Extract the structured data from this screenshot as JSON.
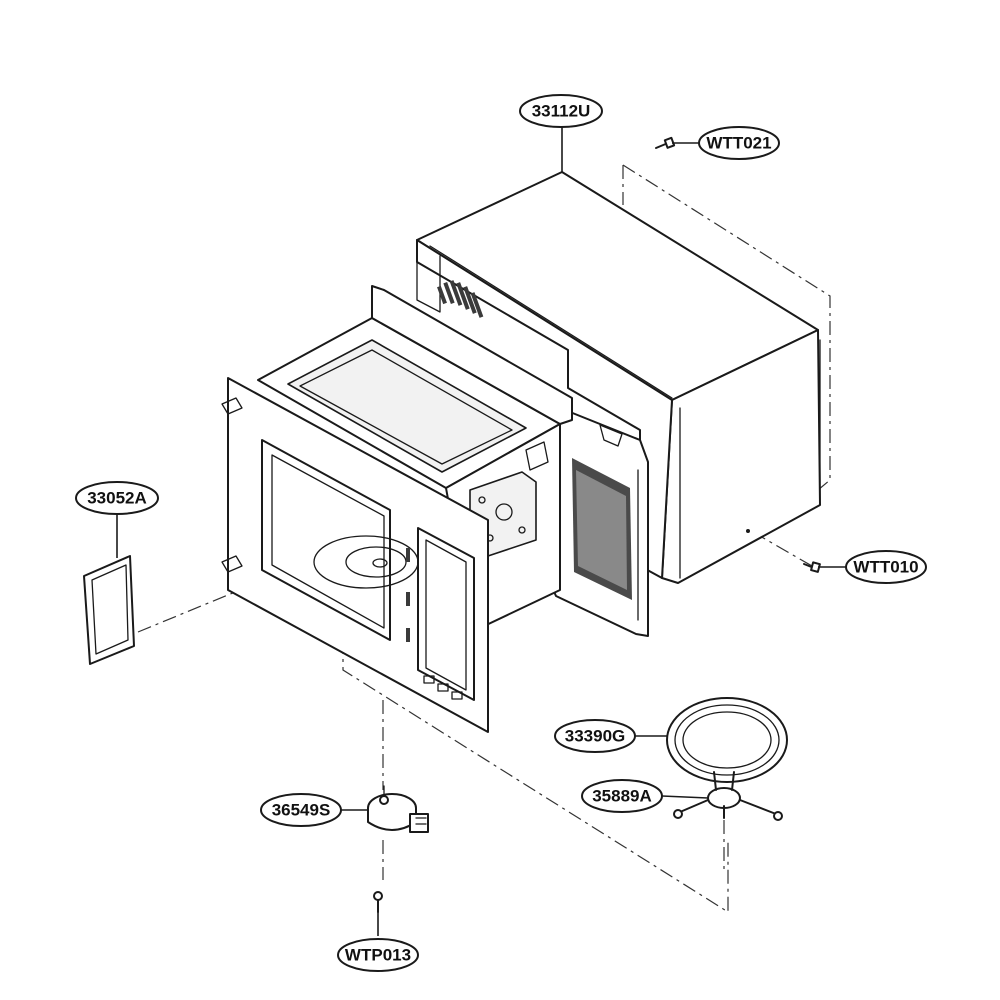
{
  "callouts": {
    "outer_case": "33112U",
    "case_screw_top": "WTT021",
    "case_screw_side": "WTT010",
    "waveguide_cover": "33052A",
    "turntable_tray": "33390G",
    "roller_guide": "35889A",
    "turntable_motor": "36549S",
    "motor_screw": "WTP013"
  }
}
